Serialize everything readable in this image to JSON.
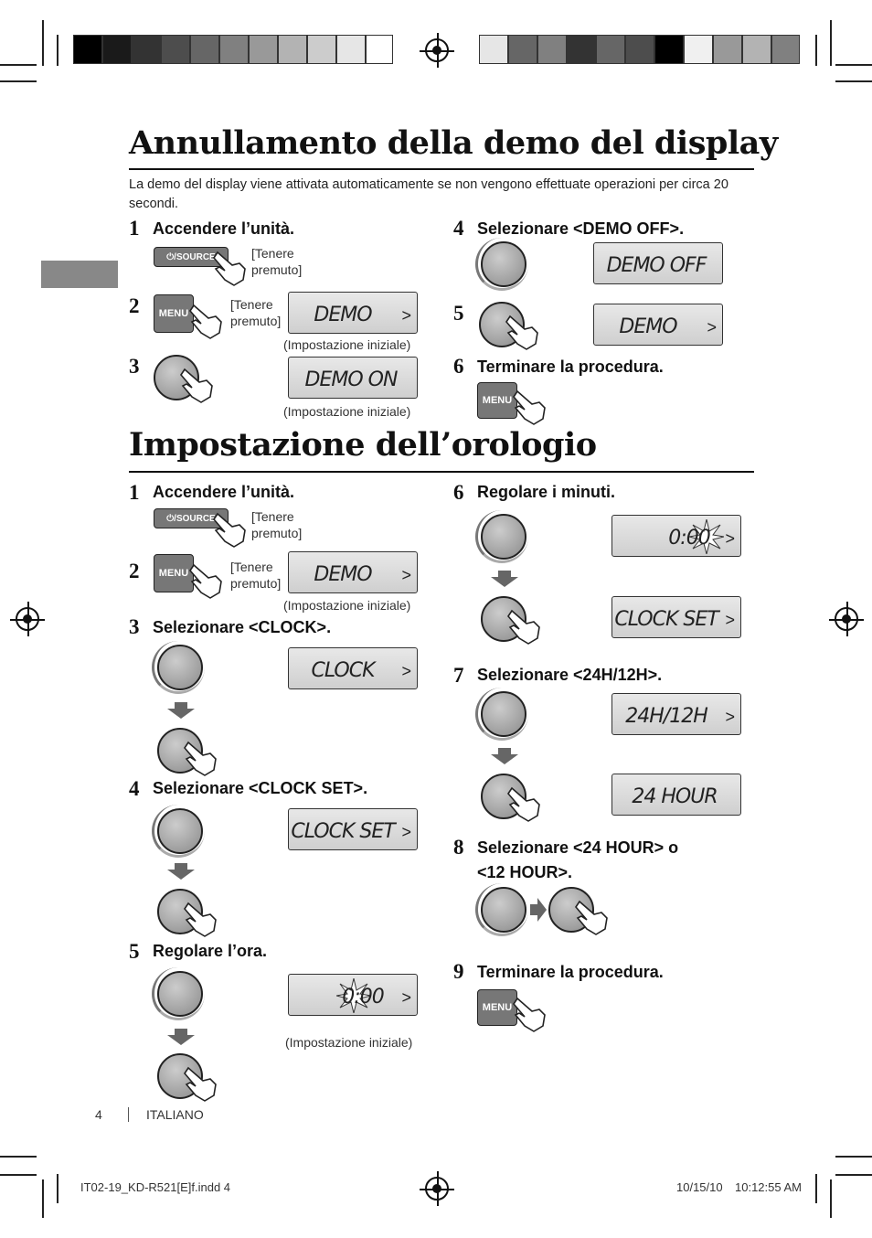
{
  "headings": {
    "demo_title": "Annullamento della demo del display",
    "clock_title": "Impostazione dell’orologio",
    "demo_intro": "La demo del display viene attivata automaticamente se non vengono effettuate operazioni per circa 20 secondi."
  },
  "common": {
    "hold": "[Tenere",
    "hold2": "premuto]",
    "initial": "(Impostazione iniziale)",
    "source_btn": "⏻/SOURCE",
    "menu_btn": "MENU"
  },
  "demo_steps": [
    {
      "num": "1",
      "label": "Accendere l’unità."
    },
    {
      "num": "2",
      "label": "",
      "display": "DEMO"
    },
    {
      "num": "3",
      "label": "",
      "display": "DEMO ON"
    },
    {
      "num": "4",
      "label": "Selezionare <DEMO OFF>.",
      "display": "DEMO OFF"
    },
    {
      "num": "5",
      "label": "",
      "display": "DEMO"
    },
    {
      "num": "6",
      "label": "Terminare la procedura."
    }
  ],
  "clock_steps": [
    {
      "num": "1",
      "label": "Accendere l’unità."
    },
    {
      "num": "2",
      "label": "",
      "display": "DEMO"
    },
    {
      "num": "3",
      "label": "Selezionare <CLOCK>.",
      "display": "CLOCK"
    },
    {
      "num": "4",
      "label": "Selezionare <CLOCK SET>.",
      "display": "CLOCK SET"
    },
    {
      "num": "5",
      "label": "Regolare l’ora.",
      "display": "0:00"
    },
    {
      "num": "6",
      "label": "Regolare i minuti.",
      "display": "0:00",
      "display2": "CLOCK SET"
    },
    {
      "num": "7",
      "label": "Selezionare <24H/12H>.",
      "display": "24H/12H",
      "display2": "24 HOUR"
    },
    {
      "num": "8",
      "label": "Selezionare <24 HOUR> o",
      "label2": "<12 HOUR>."
    },
    {
      "num": "9",
      "label": "Terminare la procedura."
    }
  ],
  "footer": {
    "page": "4",
    "language": "ITALIANO",
    "file": "IT02-19_KD-R521[E]f.indd   4",
    "date": "10/15/10",
    "time": "10:12:55 AM"
  }
}
